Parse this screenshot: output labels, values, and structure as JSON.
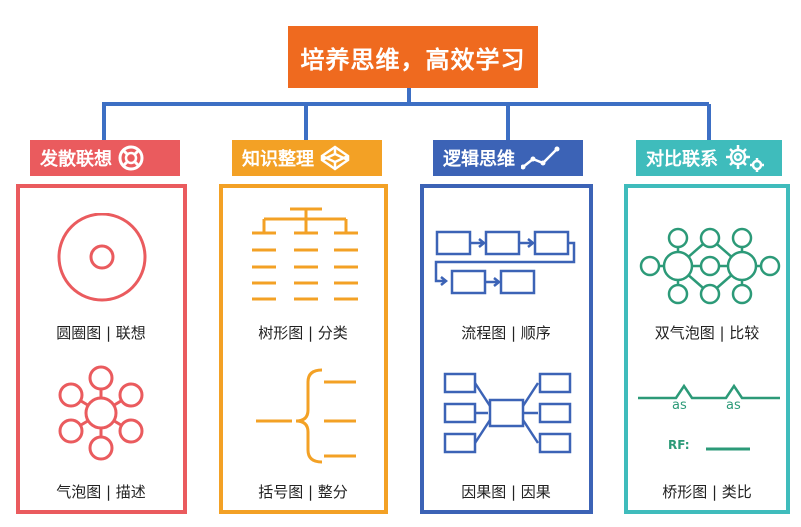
{
  "title": "培养思维，高效学习",
  "colors": {
    "title": "#ef6a1f",
    "line": "#3d6fc4",
    "red": "#ea5b5e",
    "orange": "#f3a125",
    "blue": "#3c63b6",
    "teal": "#3fbcbc",
    "green": "#2c9a78"
  },
  "categories": [
    {
      "header": "发散联想",
      "icon": "lifebuoy-icon",
      "items": [
        {
          "label": "圆圈图 | 联想",
          "graphic": "circle-map"
        },
        {
          "label": "气泡图 | 描述",
          "graphic": "bubble-map"
        }
      ]
    },
    {
      "header": "知识整理",
      "icon": "codepen-cube-icon",
      "items": [
        {
          "label": "树形图 | 分类",
          "graphic": "tree-map"
        },
        {
          "label": "括号图 | 整分",
          "graphic": "brace-map"
        }
      ]
    },
    {
      "header": "逻辑思维",
      "icon": "line-chart-icon",
      "items": [
        {
          "label": "流程图 | 顺序",
          "graphic": "flow-map"
        },
        {
          "label": "因果图 | 因果",
          "graphic": "multi-flow-map"
        }
      ]
    },
    {
      "header": "对比联系",
      "icon": "gears-icon",
      "items": [
        {
          "label": "双气泡图 | 比较",
          "graphic": "double-bubble-map"
        },
        {
          "label": "桥形图 | 类比",
          "graphic": "bridge-map"
        }
      ]
    }
  ],
  "bridge": {
    "as_1": "as",
    "as_2": "as",
    "rf": "RF:"
  }
}
